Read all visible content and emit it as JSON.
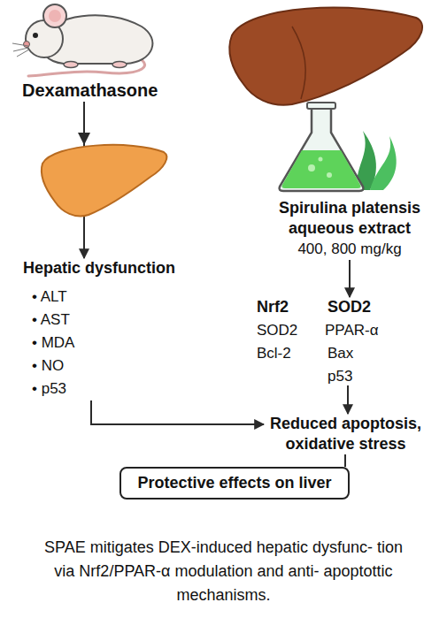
{
  "diagram": {
    "caption": "SPAE mitigates DEX-induced hepatic dysfunc- tion via Nrf2/PPAR-α modulation and anti- apoptottic mechanisms.",
    "nodes": [
      {
        "text": [
          "Dexamathasone"
        ]
      },
      {
        "text": [
          "Hepatic dysfunction",
          "• ALT",
          "• AST",
          "• MDA",
          "• NO",
          "• p53"
        ]
      },
      {
        "text": [
          "Spirulina platensis aqueous extract",
          "400, 800 mg/kg"
        ]
      },
      {
        "text": [
          "Nrf2",
          "SOD2",
          "Bcl-2",
          "SOD2",
          "PPAR-α",
          "Bax",
          "p53"
        ]
      },
      {
        "text": [
          "Reduced apoptosis, oxidative stress"
        ]
      },
      {
        "text": [
          "Protective effects on liver"
        ]
      }
    ],
    "edges": [
      {
        "from": 0,
        "to": 1,
        "arrow": "to"
      },
      {
        "from": 2,
        "to": 3,
        "arrow": "to"
      },
      {
        "from": 3,
        "to": 4,
        "arrow": "to"
      },
      {
        "from": 1,
        "to": 4,
        "arrow": "to"
      },
      {
        "from": 4,
        "to": 5,
        "arrow": "none"
      }
    ]
  }
}
